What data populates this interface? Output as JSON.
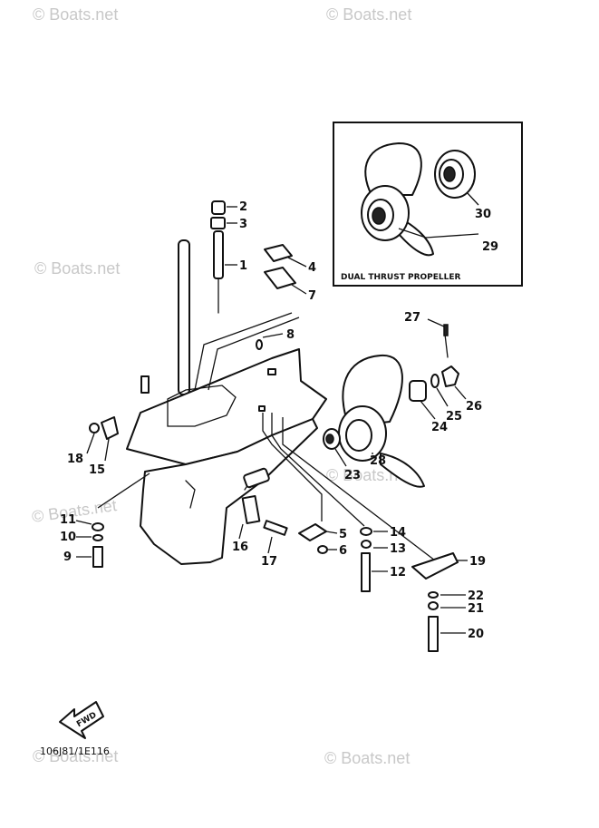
{
  "watermark": "© Boats.net",
  "inset": {
    "label": "DUAL THRUST PROPELLER"
  },
  "drawing_code": "106J81/1E116",
  "fwd_label": "FWD",
  "callouts": [
    {
      "id": "1",
      "text": "1"
    },
    {
      "id": "2",
      "text": "2"
    },
    {
      "id": "3",
      "text": "3"
    },
    {
      "id": "4",
      "text": "4"
    },
    {
      "id": "5",
      "text": "5"
    },
    {
      "id": "6",
      "text": "6"
    },
    {
      "id": "7",
      "text": "7"
    },
    {
      "id": "8",
      "text": "8"
    },
    {
      "id": "9",
      "text": "9"
    },
    {
      "id": "10",
      "text": "10"
    },
    {
      "id": "11",
      "text": "11"
    },
    {
      "id": "12",
      "text": "12"
    },
    {
      "id": "13",
      "text": "13"
    },
    {
      "id": "14",
      "text": "14"
    },
    {
      "id": "15",
      "text": "15"
    },
    {
      "id": "16",
      "text": "16"
    },
    {
      "id": "17",
      "text": "17"
    },
    {
      "id": "18",
      "text": "18"
    },
    {
      "id": "19",
      "text": "19"
    },
    {
      "id": "20",
      "text": "20"
    },
    {
      "id": "21",
      "text": "21"
    },
    {
      "id": "22",
      "text": "22"
    },
    {
      "id": "23",
      "text": "23"
    },
    {
      "id": "24",
      "text": "24"
    },
    {
      "id": "25",
      "text": "25"
    },
    {
      "id": "26",
      "text": "26"
    },
    {
      "id": "27",
      "text": "27"
    },
    {
      "id": "28",
      "text": "28"
    },
    {
      "id": "29",
      "text": "29"
    },
    {
      "id": "30",
      "text": "30"
    }
  ]
}
